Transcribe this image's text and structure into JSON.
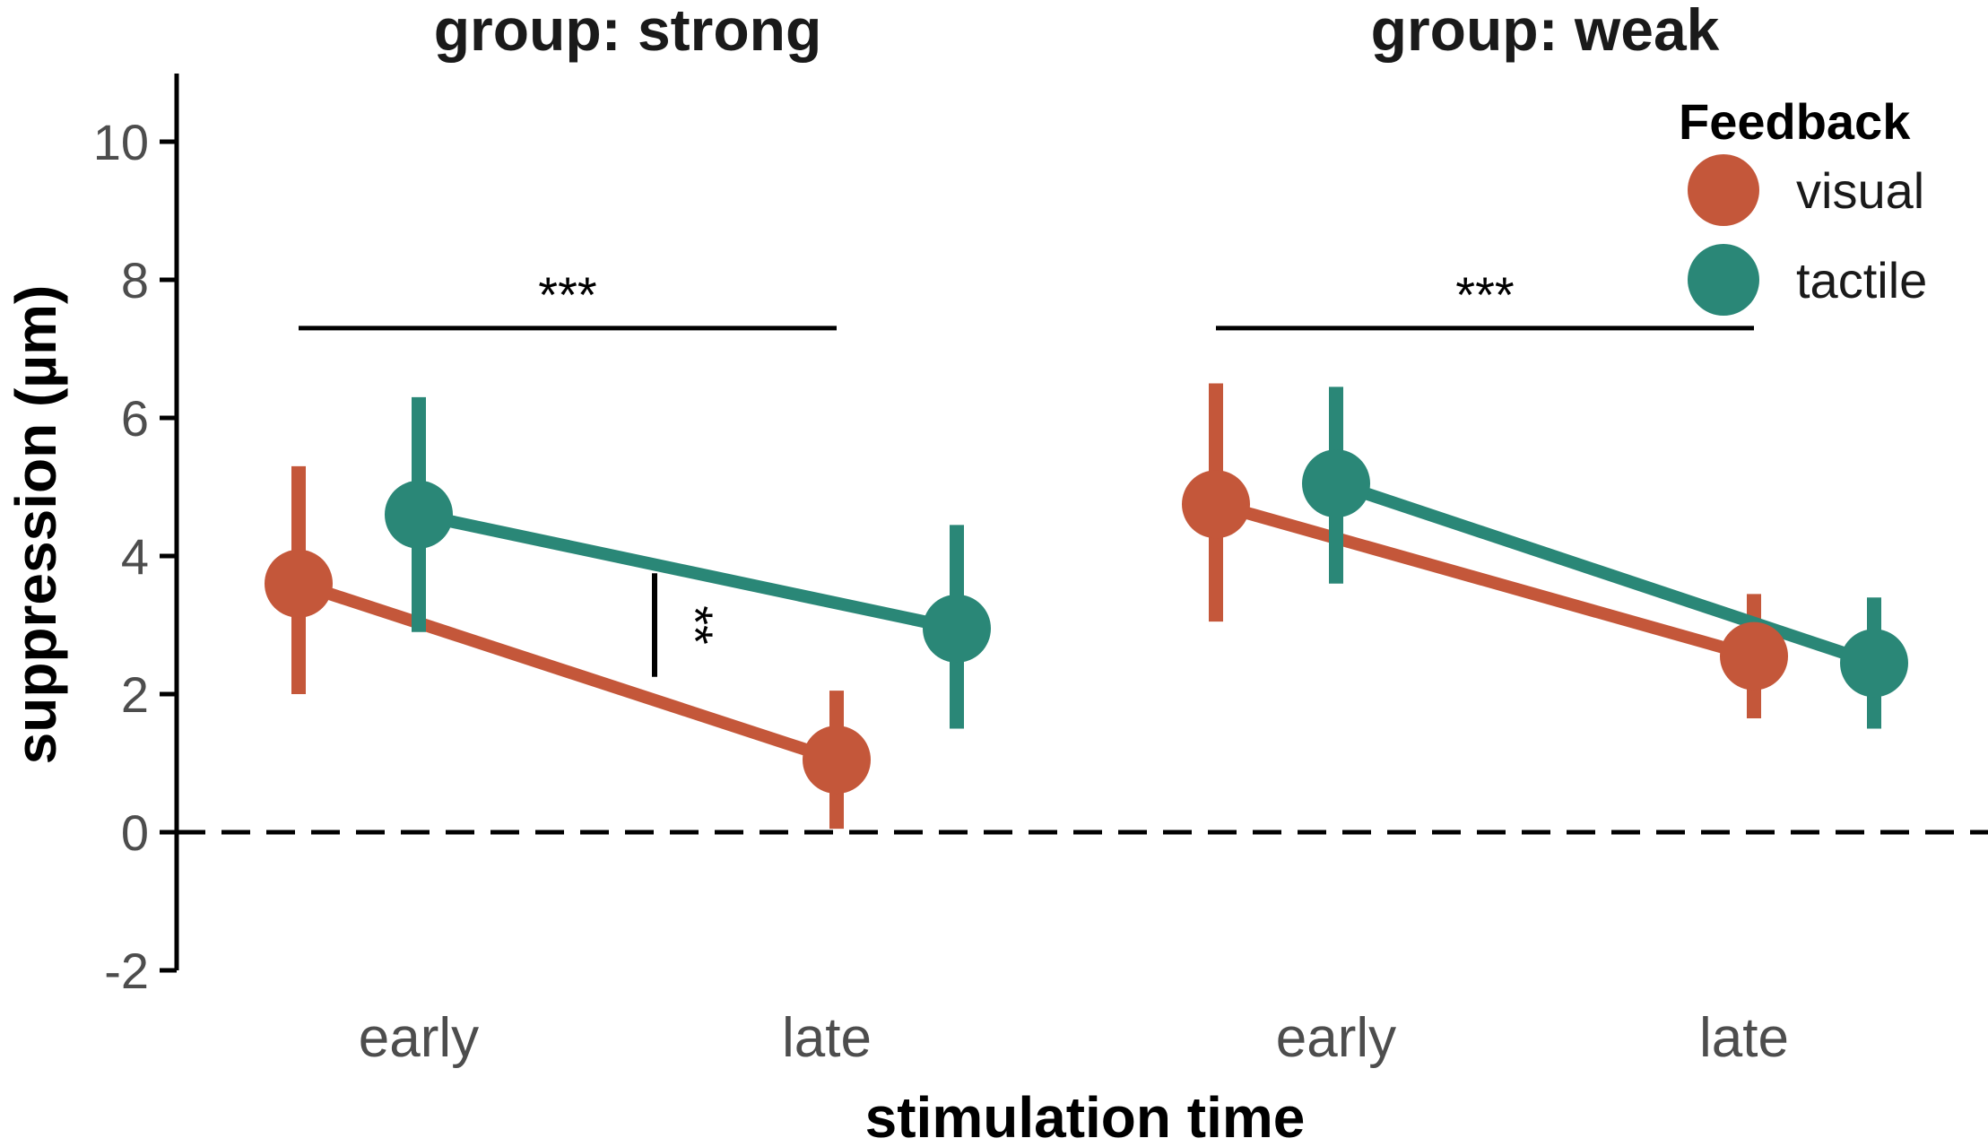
{
  "chart_data": {
    "type": "line",
    "xlabel": "stimulation time",
    "ylabel": "suppression (µm)",
    "ylim": [
      -2,
      11
    ],
    "yticks": [
      -2,
      0,
      2,
      4,
      6,
      8,
      10
    ],
    "categories": [
      "early",
      "late"
    ],
    "reference_line": {
      "y": 0,
      "style": "dashed"
    },
    "legend": {
      "title": "Feedback",
      "placement": "top-right"
    },
    "series_colors": {
      "visual": "#c4573a",
      "tactile": "#2a8777"
    },
    "panels": [
      {
        "title": "group: strong",
        "series": [
          {
            "name": "visual",
            "values": [
              3.6,
              1.05
            ],
            "lower": [
              2.0,
              0.05
            ],
            "upper": [
              5.3,
              2.05
            ]
          },
          {
            "name": "tactile",
            "values": [
              4.6,
              2.95
            ],
            "lower": [
              2.9,
              1.5
            ],
            "upper": [
              6.3,
              4.45
            ]
          }
        ],
        "annotations": [
          {
            "type": "horizontal-bracket",
            "label": "***",
            "y": 7.3,
            "from": "early",
            "to": "late"
          },
          {
            "type": "vertical-bracket",
            "label": "**",
            "y_from": 2.25,
            "y_to": 3.75,
            "at": 0.55
          }
        ]
      },
      {
        "title": "group: weak",
        "series": [
          {
            "name": "visual",
            "values": [
              4.75,
              2.55
            ],
            "lower": [
              3.05,
              1.65
            ],
            "upper": [
              6.5,
              3.45
            ]
          },
          {
            "name": "tactile",
            "values": [
              5.05,
              2.45
            ],
            "lower": [
              3.6,
              1.5
            ],
            "upper": [
              6.45,
              3.4
            ]
          }
        ],
        "annotations": [
          {
            "type": "horizontal-bracket",
            "label": "***",
            "y": 7.3,
            "from": "early",
            "to": "late"
          }
        ]
      }
    ]
  }
}
